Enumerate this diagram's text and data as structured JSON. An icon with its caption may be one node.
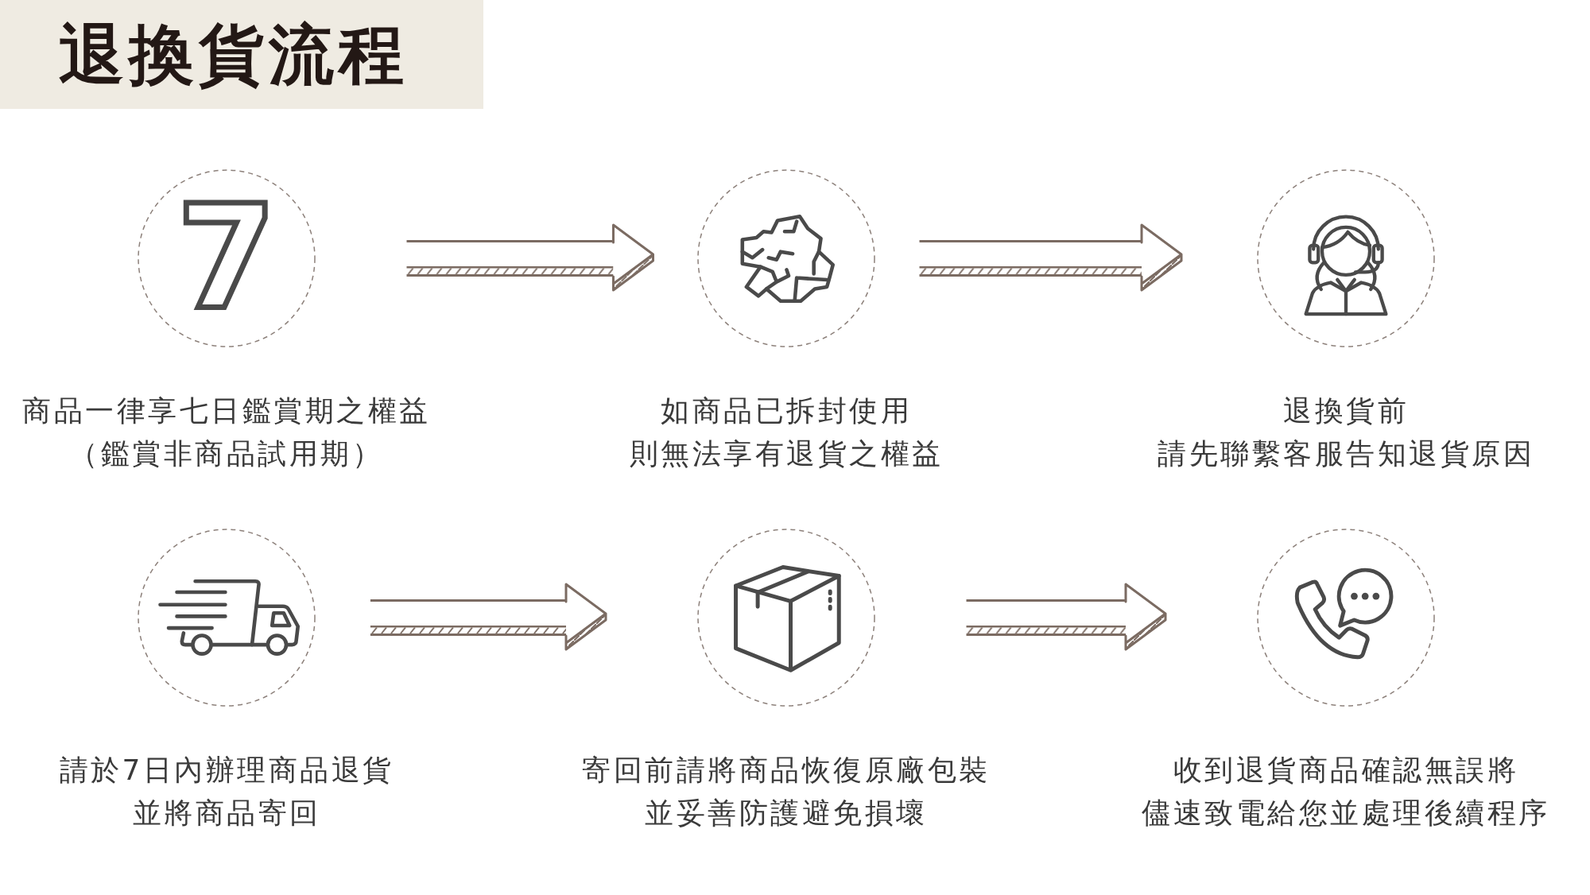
{
  "diagram": {
    "title": "退換貨流程",
    "nodes": [
      {
        "text": [
          "7",
          "商品一律享七日鑑賞期之權益",
          "（鑑賞非商品試用期）"
        ]
      },
      {
        "text": [
          "如商品已拆封使用",
          "則無法享有退貨之權益"
        ]
      },
      {
        "text": [
          "退換貨前",
          "請先聯繫客服告知退貨原因"
        ]
      },
      {
        "text": [
          "請於7日內辦理商品退貨",
          "並將商品寄回"
        ]
      },
      {
        "text": [
          "寄回前請將商品恢復原廠包裝",
          "並妥善防護避免損壞"
        ]
      },
      {
        "text": [
          "收到退貨商品確認無誤將",
          "儘速致電給您並處理後續程序"
        ]
      }
    ],
    "edges": [
      {
        "from": 0,
        "to": 1,
        "arrow": "to"
      },
      {
        "from": 1,
        "to": 2,
        "arrow": "to"
      },
      {
        "from": 3,
        "to": 4,
        "arrow": "to"
      },
      {
        "from": 4,
        "to": 5,
        "arrow": "to"
      }
    ]
  }
}
